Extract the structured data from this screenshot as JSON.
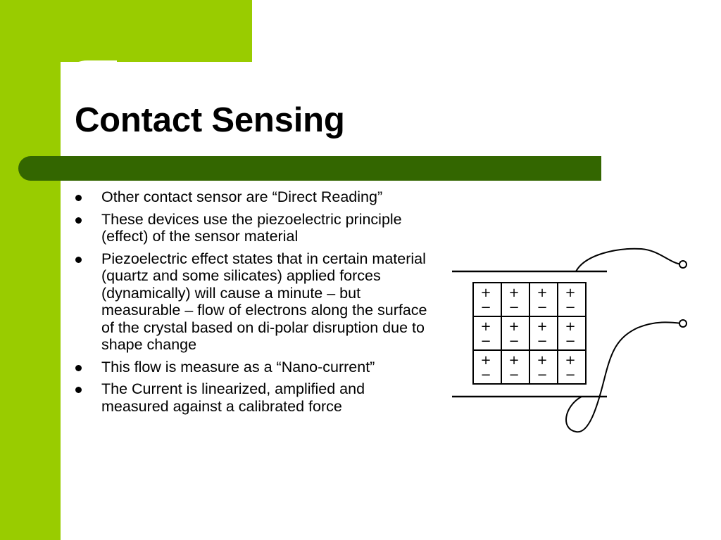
{
  "slide": {
    "title": "Contact Sensing",
    "bullets": [
      "Other contact sensor are “Direct Reading”",
      "These devices use the piezoelectric principle (effect) of the sensor material",
      "Piezoelectric effect states that in certain material (quartz and some silicates) applied forces (dynamically) will cause a minute – but measurable – flow of electrons along the surface of the crystal based on di-polar disruption due to shape change",
      "This flow is measure as a “Nano-current”",
      "The Current is linearized,  amplified and measured against a calibrated force"
    ]
  },
  "diagram": {
    "grid_rows": 3,
    "grid_cols": 4,
    "positive_symbol": "+",
    "negative_symbol": "−"
  },
  "colors": {
    "accent_light_green": "#99cc00",
    "accent_dark_green": "#336600",
    "text": "#000000"
  }
}
